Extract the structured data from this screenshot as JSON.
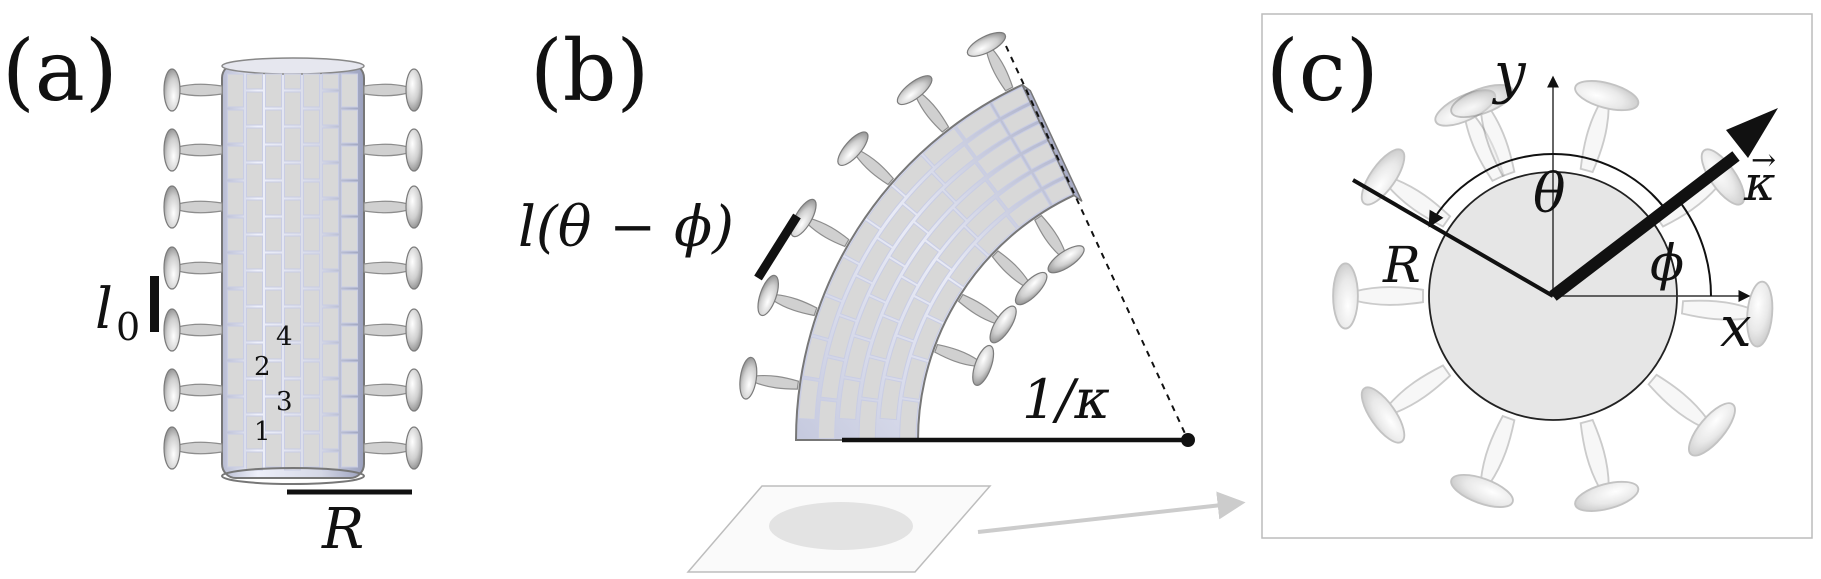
{
  "panels": [
    {
      "id": "a",
      "label": "(a)"
    },
    {
      "id": "b",
      "label": "(b)"
    },
    {
      "id": "c",
      "label": "(c)"
    }
  ],
  "panel_a": {
    "length_symbol": "l",
    "length_subscript": "0",
    "radius_symbol": "R",
    "filament_numbers": [
      "1",
      "2",
      "3",
      "4"
    ]
  },
  "panel_b": {
    "length_expr": "l(θ − ϕ)",
    "radius_of_curvature": "1/κ"
  },
  "panel_c": {
    "x_axis": "x",
    "y_axis": "y",
    "theta": "θ",
    "phi": "ϕ",
    "radius": "R",
    "curvature_vector": "κ",
    "vector_arrow": "→"
  },
  "colors": {
    "filament_fill": "#d8d8d8",
    "tube_outline": "#8a90b0",
    "tube_highlight": "#eef0fa",
    "linker_fill": "#d0d0d0",
    "cross_section": "#e6e6e6",
    "ghost": "#eeeeee"
  }
}
